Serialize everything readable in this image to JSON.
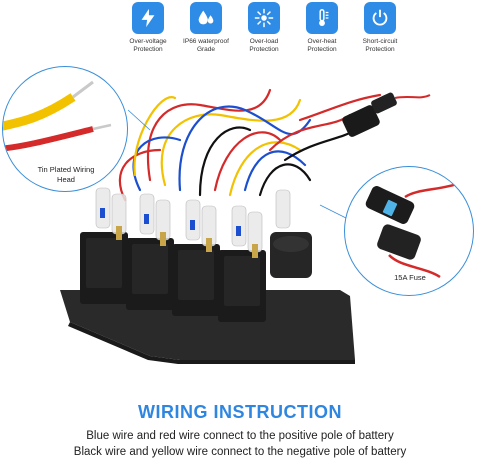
{
  "features": [
    {
      "icon": "lightning-icon",
      "label": "Over-voltage\nProtection"
    },
    {
      "icon": "water-drop-icon",
      "label": "IP66 waterproof\nGrade"
    },
    {
      "icon": "overload-icon",
      "label": "Over-load\nProtection"
    },
    {
      "icon": "thermometer-icon",
      "label": "Over-heat\nProtection"
    },
    {
      "icon": "power-icon",
      "label": "Short-circuit\nProtection"
    }
  ],
  "callouts": {
    "left_caption": "Tin Plated Wiring\nHead",
    "right_caption": "15A Fuse"
  },
  "footer": {
    "title": "WIRING INSTRUCTION",
    "line1": "Blue wire and red wire connect to the positive pole of battery",
    "line2": "Black wire and yellow wire connect to the negative pole of battery"
  },
  "colors": {
    "accent": "#2f86e0",
    "panel": "#2a2a2a",
    "wire_red": "#d42a2a",
    "wire_yellow": "#f2c200",
    "wire_blue": "#1c4fcf",
    "wire_black": "#111111"
  }
}
